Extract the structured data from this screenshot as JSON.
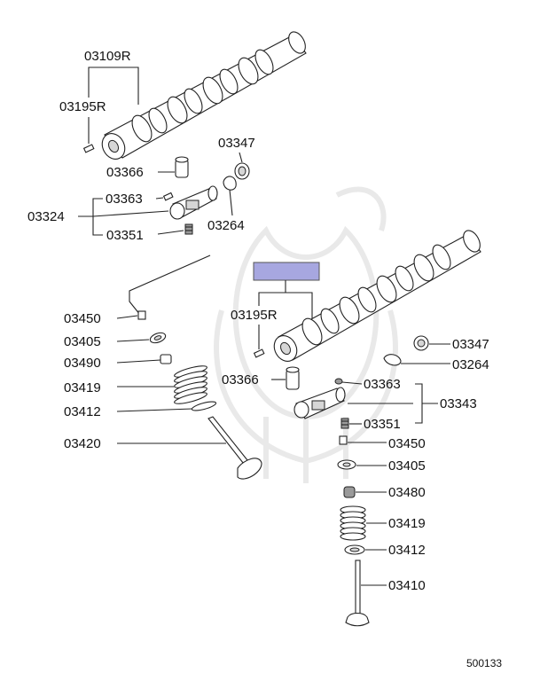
{
  "diagram": {
    "footer_code": "500133",
    "highlight_box_color": "#a7a7e0",
    "labels": {
      "camshaft_upper": "03109R",
      "pin_upper": "03195R",
      "lash_adjuster_upper": "03366",
      "rocker_assy_upper": "03324",
      "pin_rocker_upper": "03363",
      "screw_upper": "03351",
      "seal_upper": "03347",
      "gasket_upper": "03264",
      "cotter_left": "03450",
      "retainer_left": "03405",
      "seat_left": "03490",
      "spring_left": "03419",
      "seat_washer_left": "03412",
      "valve_left": "03420",
      "pin_lower": "03195R",
      "lash_adjuster_lower": "03366",
      "pin_rocker_lower": "03363",
      "rocker_assy_lower": "03343",
      "screw_lower": "03351",
      "seal_lower": "03347",
      "gasket_lower": "03264",
      "cotter_right": "03450",
      "retainer_right": "03405",
      "stem_seal_right": "03480",
      "spring_right": "03419",
      "seat_washer_right": "03412",
      "valve_right": "03410"
    }
  }
}
